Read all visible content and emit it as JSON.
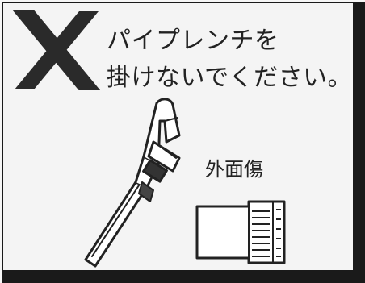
{
  "warning": {
    "line1": "パイプレンチを",
    "line2": "掛けないでください。"
  },
  "damage_label": "外面傷",
  "icons": {
    "prohibit": "x-mark-icon",
    "tool": "pipe-wrench-icon",
    "part": "threaded-fitting-icon"
  },
  "colors": {
    "ink": "#222222",
    "background": "#f4f4f4",
    "frame": "#1a1a1a"
  }
}
